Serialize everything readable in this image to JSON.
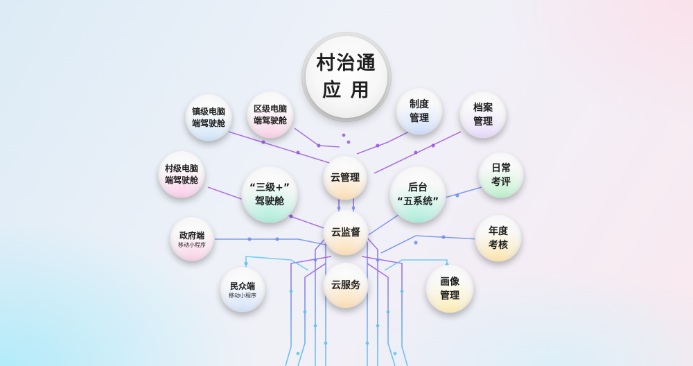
{
  "colors": {
    "purple": "#a05ddf",
    "blue": "#6b8ef0",
    "cyan": "#5ec4ef"
  },
  "nodes": {
    "main": [
      "村治通",
      "应 用"
    ],
    "zhen_cockpit": [
      "镇级电脑",
      "端驾驶舱"
    ],
    "qu_cockpit": [
      "区级电脑",
      "端驾驶舱"
    ],
    "zhidu": [
      "制度",
      "管理"
    ],
    "dangan": [
      "档案",
      "管理"
    ],
    "cun_cockpit": [
      "村级电脑",
      "端驾驶舱"
    ],
    "yun_guanli": [
      "云管理"
    ],
    "sanji": [
      "“三级+”",
      "驾驶舱"
    ],
    "houtai": [
      "后台",
      "“五系统”"
    ],
    "richang": [
      "日常",
      "考评"
    ],
    "zhengfu": [
      "政府端",
      "移动小程序"
    ],
    "yun_jiandu": [
      "云监督"
    ],
    "niandu": [
      "年度",
      "考核"
    ],
    "minzhong": [
      "民众端",
      "移动小程序"
    ],
    "yun_fuwu": [
      "云服务"
    ],
    "huaxiang": [
      "画像",
      "管理"
    ]
  }
}
